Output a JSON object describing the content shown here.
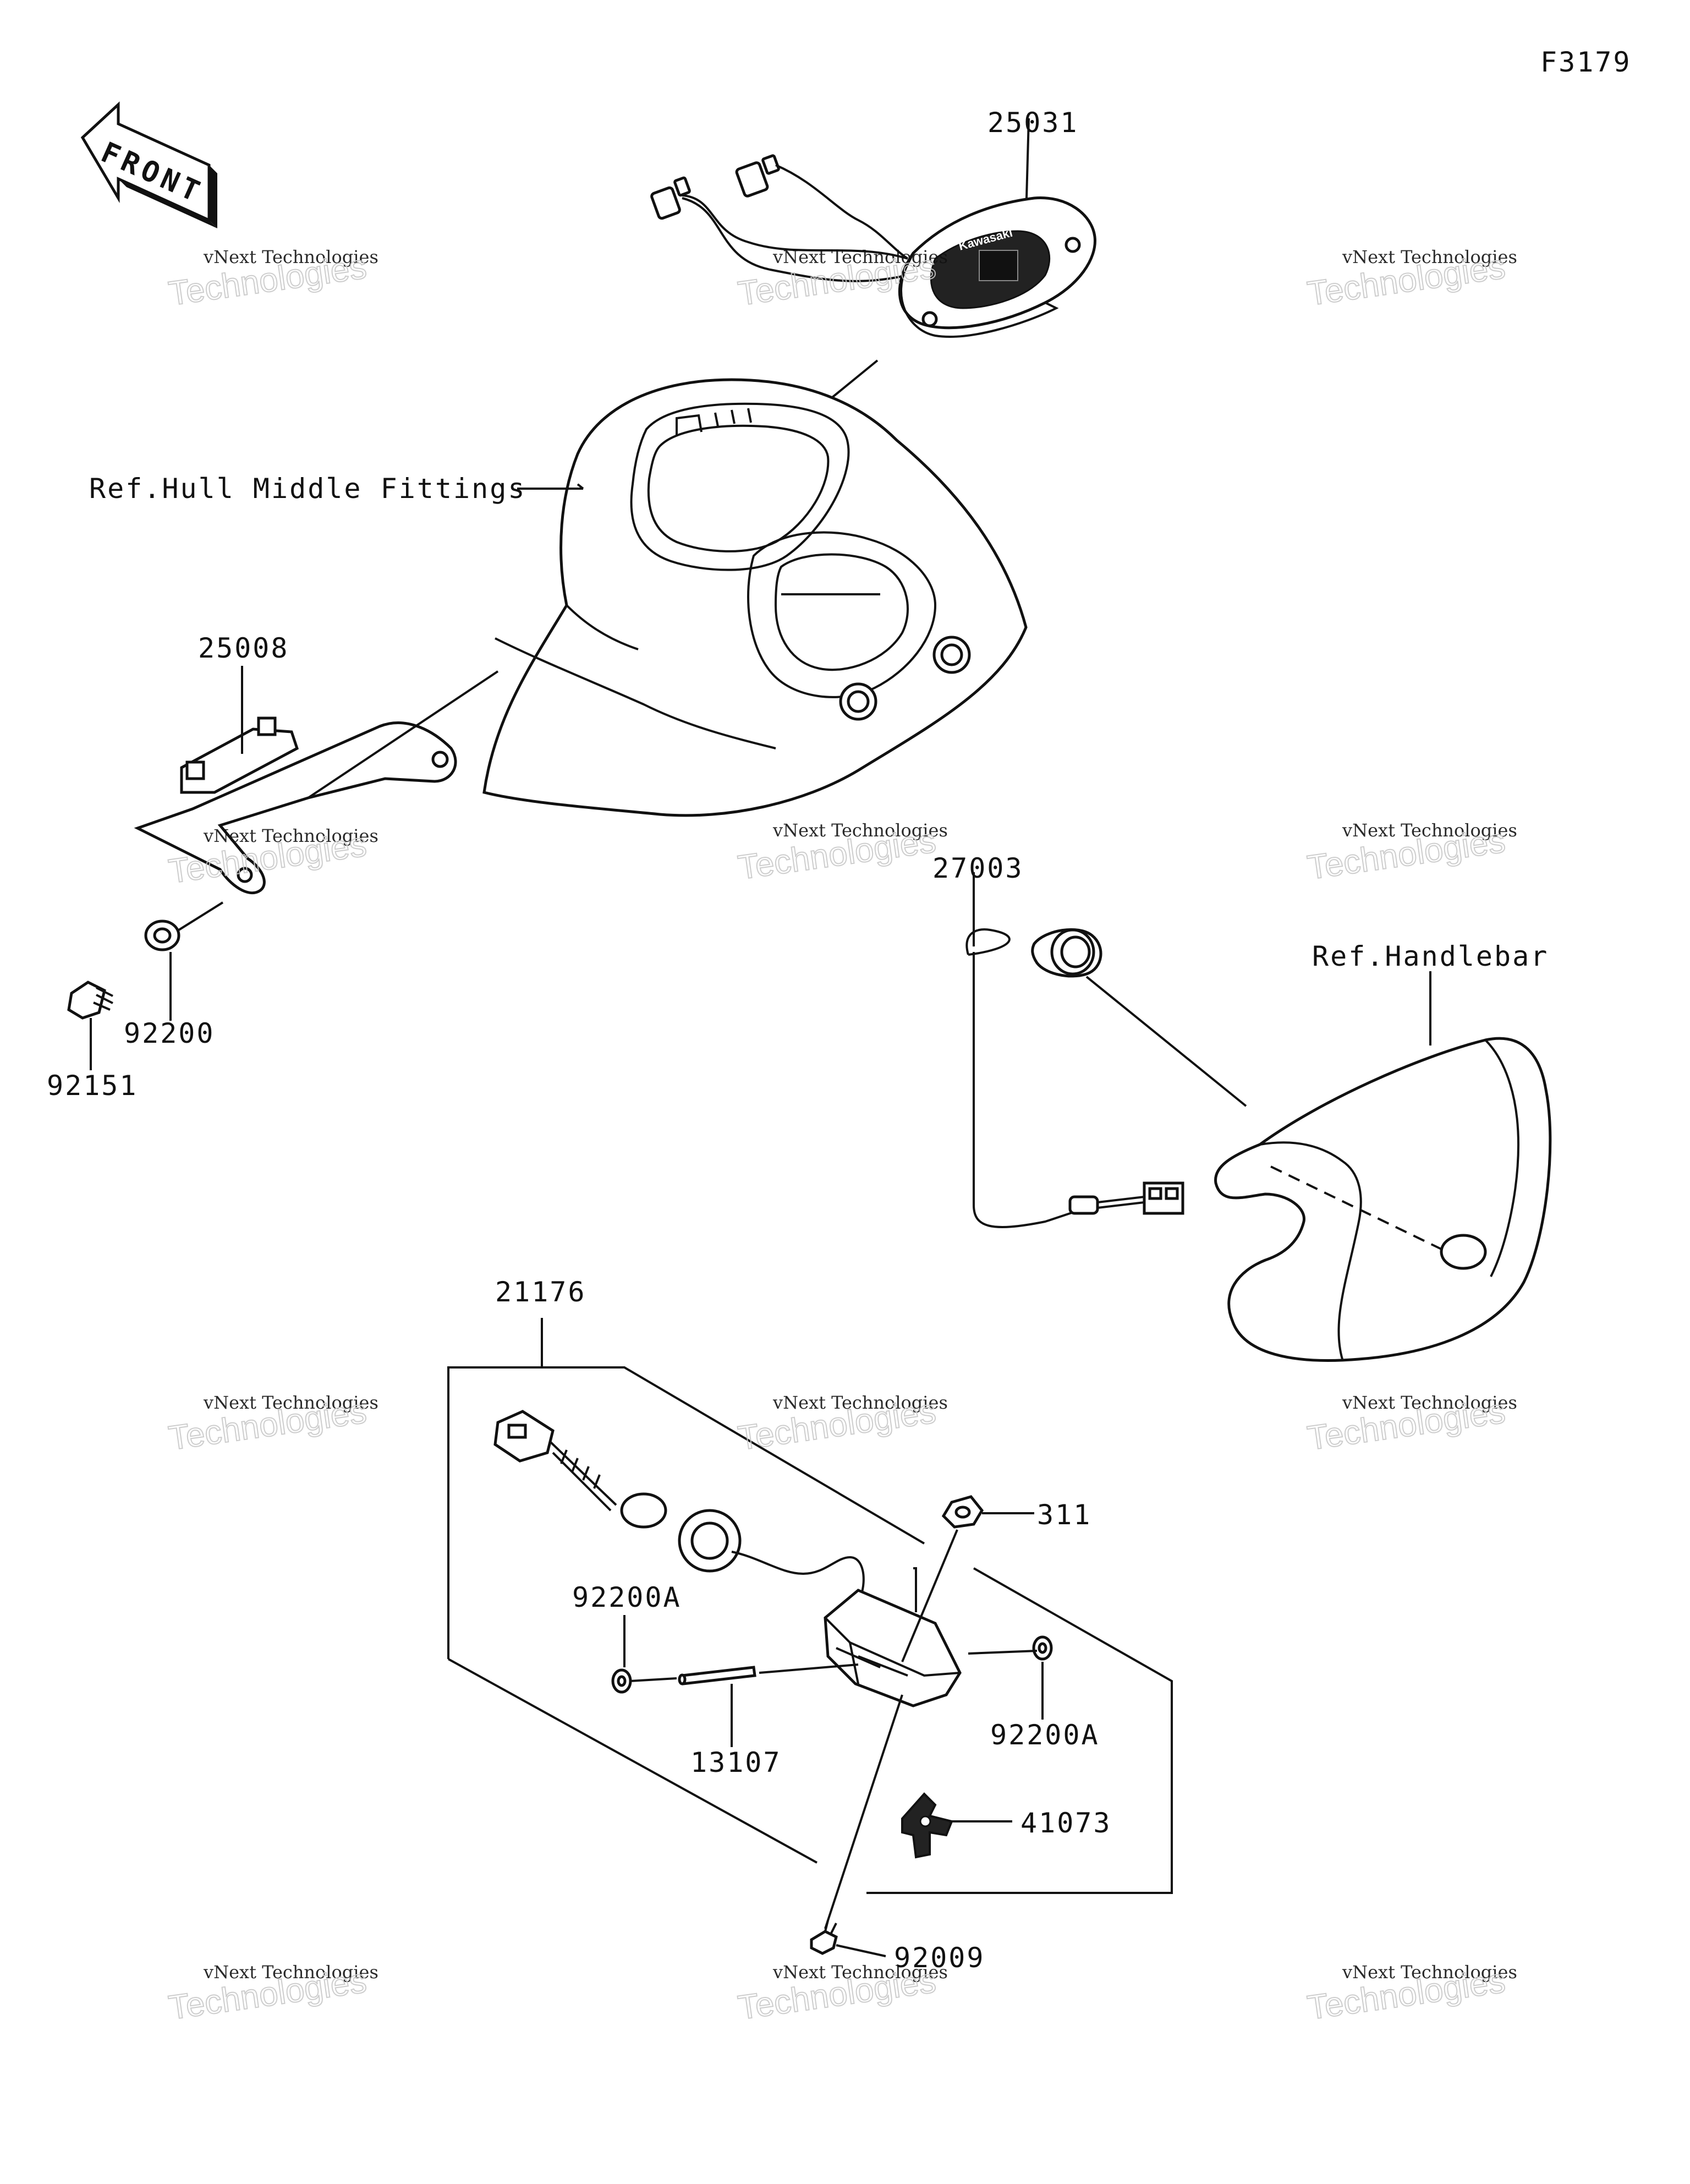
{
  "figure_code": "F3179",
  "front_arrow_text": "FRONT",
  "meter_brand_text": "Kawasaki",
  "watermark": {
    "line1": "vNext Technologies",
    "line2": "Technologies",
    "overlay": "vNext"
  },
  "references": {
    "hull": "Ref.Hull Middle Fittings",
    "handlebar": "Ref.Handlebar"
  },
  "part_numbers": {
    "p25031": "25031",
    "p25008": "25008",
    "p92200": "92200",
    "p92151": "92151",
    "p27003": "27003",
    "p21176": "21176",
    "p311": "311",
    "p92200A_left": "92200A",
    "p92200A_right": "92200A",
    "p13107": "13107",
    "p41073": "41073",
    "p92009": "92009"
  }
}
